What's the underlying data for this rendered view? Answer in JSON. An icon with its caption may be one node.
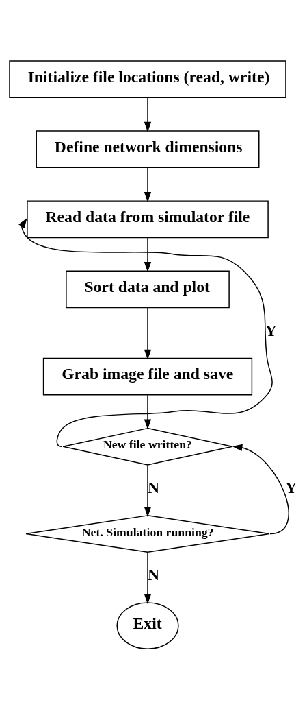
{
  "diagram": {
    "nodes": [
      {
        "text": [
          "Initialize file locations (read, write)"
        ]
      },
      {
        "text": [
          "Define network dimensions"
        ]
      },
      {
        "text": [
          "Read data from simulator file"
        ]
      },
      {
        "text": [
          "Sort data and plot"
        ]
      },
      {
        "text": [
          "Grab image file and save"
        ]
      },
      {
        "text": [
          "New file written?"
        ]
      },
      {
        "text": [
          "Net. Simulation running?"
        ]
      },
      {
        "text": [
          "Exit"
        ]
      }
    ],
    "edges": [
      {
        "from": 0,
        "to": 1,
        "arrow": "to"
      },
      {
        "from": 1,
        "to": 2,
        "arrow": "to"
      },
      {
        "from": 2,
        "to": 3,
        "arrow": "to"
      },
      {
        "from": 3,
        "to": 4,
        "arrow": "to"
      },
      {
        "from": 4,
        "to": 5,
        "arrow": "to"
      },
      {
        "from": 5,
        "to": 2,
        "arrow": "to",
        "label": "Y"
      },
      {
        "from": 5,
        "to": 6,
        "arrow": "to",
        "label": "N"
      },
      {
        "from": 6,
        "to": 5,
        "arrow": "to",
        "label": "Y"
      },
      {
        "from": 6,
        "to": 7,
        "arrow": "to",
        "label": "N"
      }
    ]
  }
}
